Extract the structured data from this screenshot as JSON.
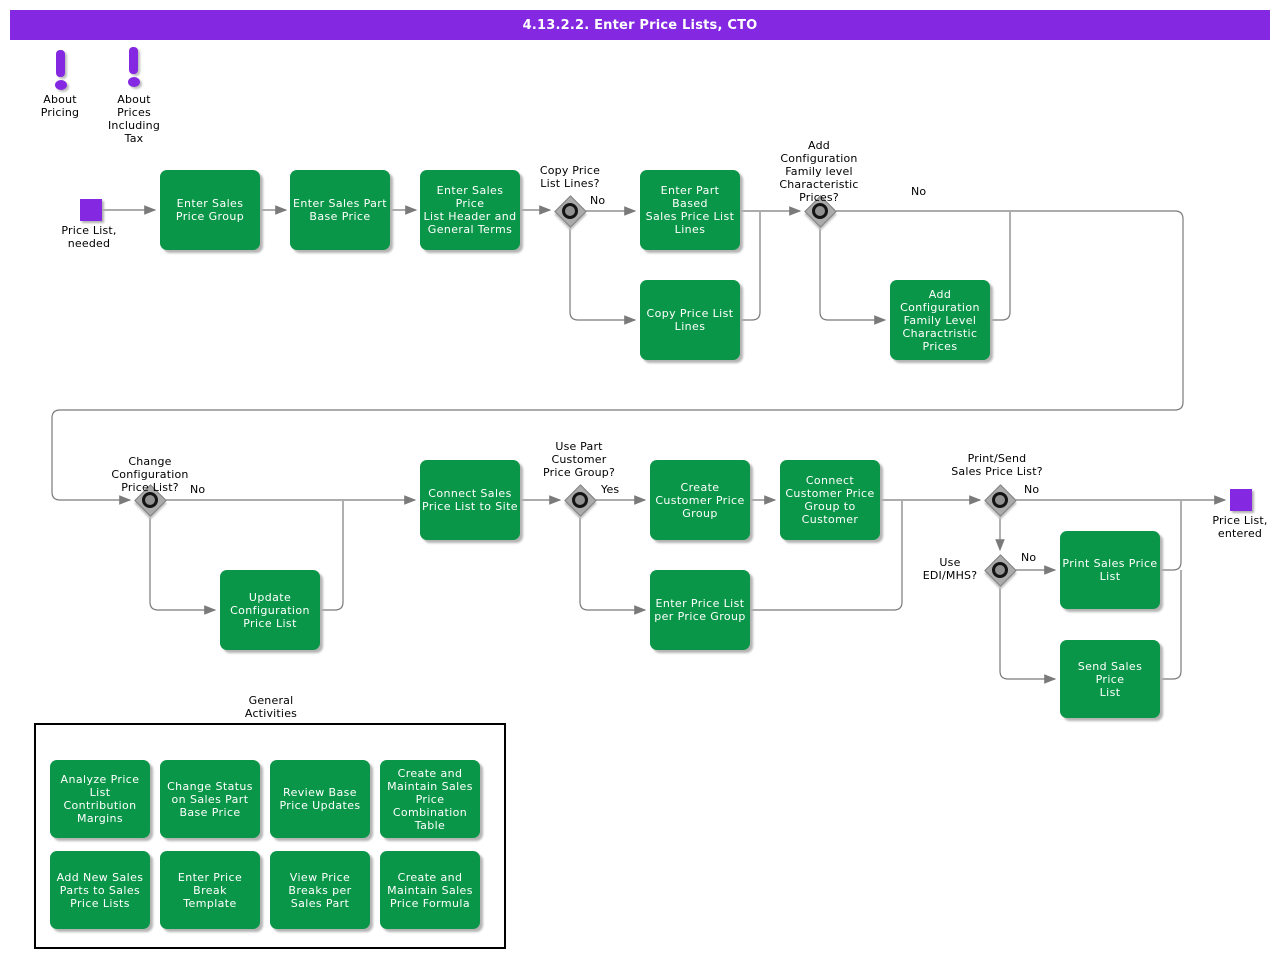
{
  "title": "4.13.2.2. Enter Price Lists, CTO",
  "colors": {
    "purple": "#8428E2",
    "green": "#0A9648",
    "line": "#7A7A7A"
  },
  "notes": {
    "pricing": "About\nPricing",
    "prices_including_tax": "About\nPrices\nIncluding\nTax"
  },
  "terminals": {
    "start": "Price List,\nneeded",
    "end": "Price List,\nentered"
  },
  "activities": {
    "enter_sales_price_group": "Enter Sales\nPrice Group",
    "enter_sales_part_base_price": "Enter Sales Part\nBase Price",
    "enter_sales_price_list_header": "Enter Sales Price\nList Header and\nGeneral Terms",
    "enter_part_based_lines": "Enter Part Based\nSales Price List\nLines",
    "copy_price_list_lines": "Copy Price List\nLines",
    "add_config_family_prices": "Add\nConfiguration\nFamily Level\nCharactristic\nPrices",
    "update_config_price_list": "Update\nConfiguration\nPrice List",
    "connect_price_list_to_site": "Connect Sales\nPrice List to Site",
    "create_customer_price_group": "Create\nCustomer Price\nGroup",
    "connect_cpg_to_customer": "Connect\nCustomer Price\nGroup to\nCustomer",
    "enter_price_list_per_group": "Enter Price List\nper Price Group",
    "print_sales_price_list": "Print Sales Price\nList",
    "send_sales_price_list": "Send Sales Price\nList"
  },
  "decisions": {
    "copy_lines": {
      "question": "Copy Price\nList Lines?",
      "answer": "No"
    },
    "add_config": {
      "question": "Add\nConfiguration\nFamily level\nCharacteristic\nPrices?",
      "answer": "No"
    },
    "change_config": {
      "question": "Change\nConfiguration\nPrice List?",
      "answer": "No"
    },
    "use_part_cpg": {
      "question": "Use Part\nCustomer\nPrice Group?",
      "answer": "Yes"
    },
    "print_send": {
      "question": "Print/Send\nSales Price List?",
      "answer": "No"
    },
    "use_edi": {
      "question": "Use\nEDI/MHS?",
      "answer": "No"
    }
  },
  "general_activities": {
    "label": "General\nActivities",
    "items": [
      "Analyze Price\nList Contribution\nMargins",
      "Change Status\non Sales Part\nBase Price",
      "Review Base\nPrice Updates",
      "Create and\nMaintain Sales\nPrice\nCombination\nTable",
      "Add New Sales\nParts to Sales\nPrice Lists",
      "Enter Price Break\nTemplate",
      "View Price\nBreaks per\nSales Part",
      "Create and\nMaintain Sales\nPrice Formula"
    ]
  }
}
